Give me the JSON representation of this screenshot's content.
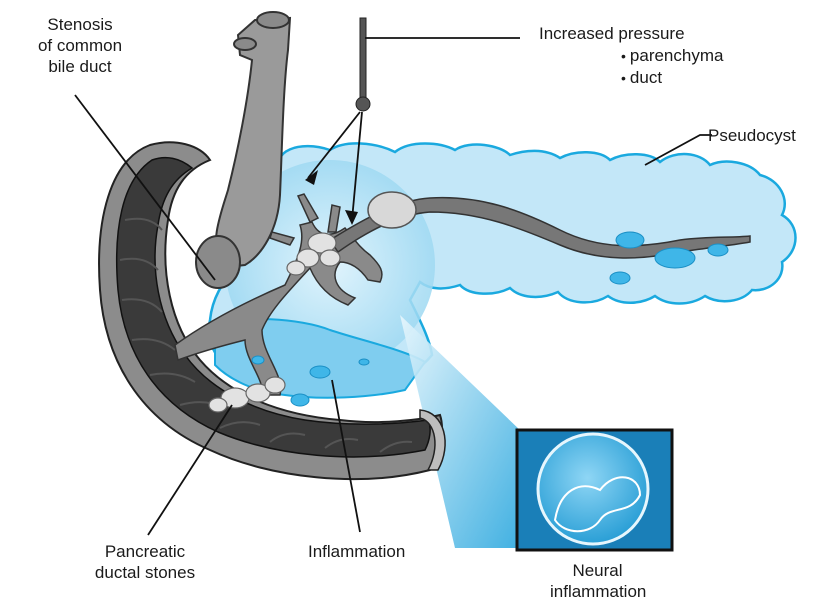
{
  "labels": {
    "stenosis": [
      "Stenosis",
      "of common",
      "bile duct"
    ],
    "pressure_title": "Increased pressure",
    "pressure_items": [
      "parenchyma",
      "duct"
    ],
    "pseudocyst": "Pseudocyst",
    "stones": [
      "Pancreatic",
      "ductal stones"
    ],
    "inflammation": "Inflammation",
    "neural": [
      "Neural",
      "inflammation"
    ]
  },
  "colors": {
    "pancreas_fill": "#bfe6f7",
    "pancreas_outline": "#1aa9df",
    "duodenum_dark": "#3d3d3d",
    "duct_gray": "#8a8a8a"
  }
}
